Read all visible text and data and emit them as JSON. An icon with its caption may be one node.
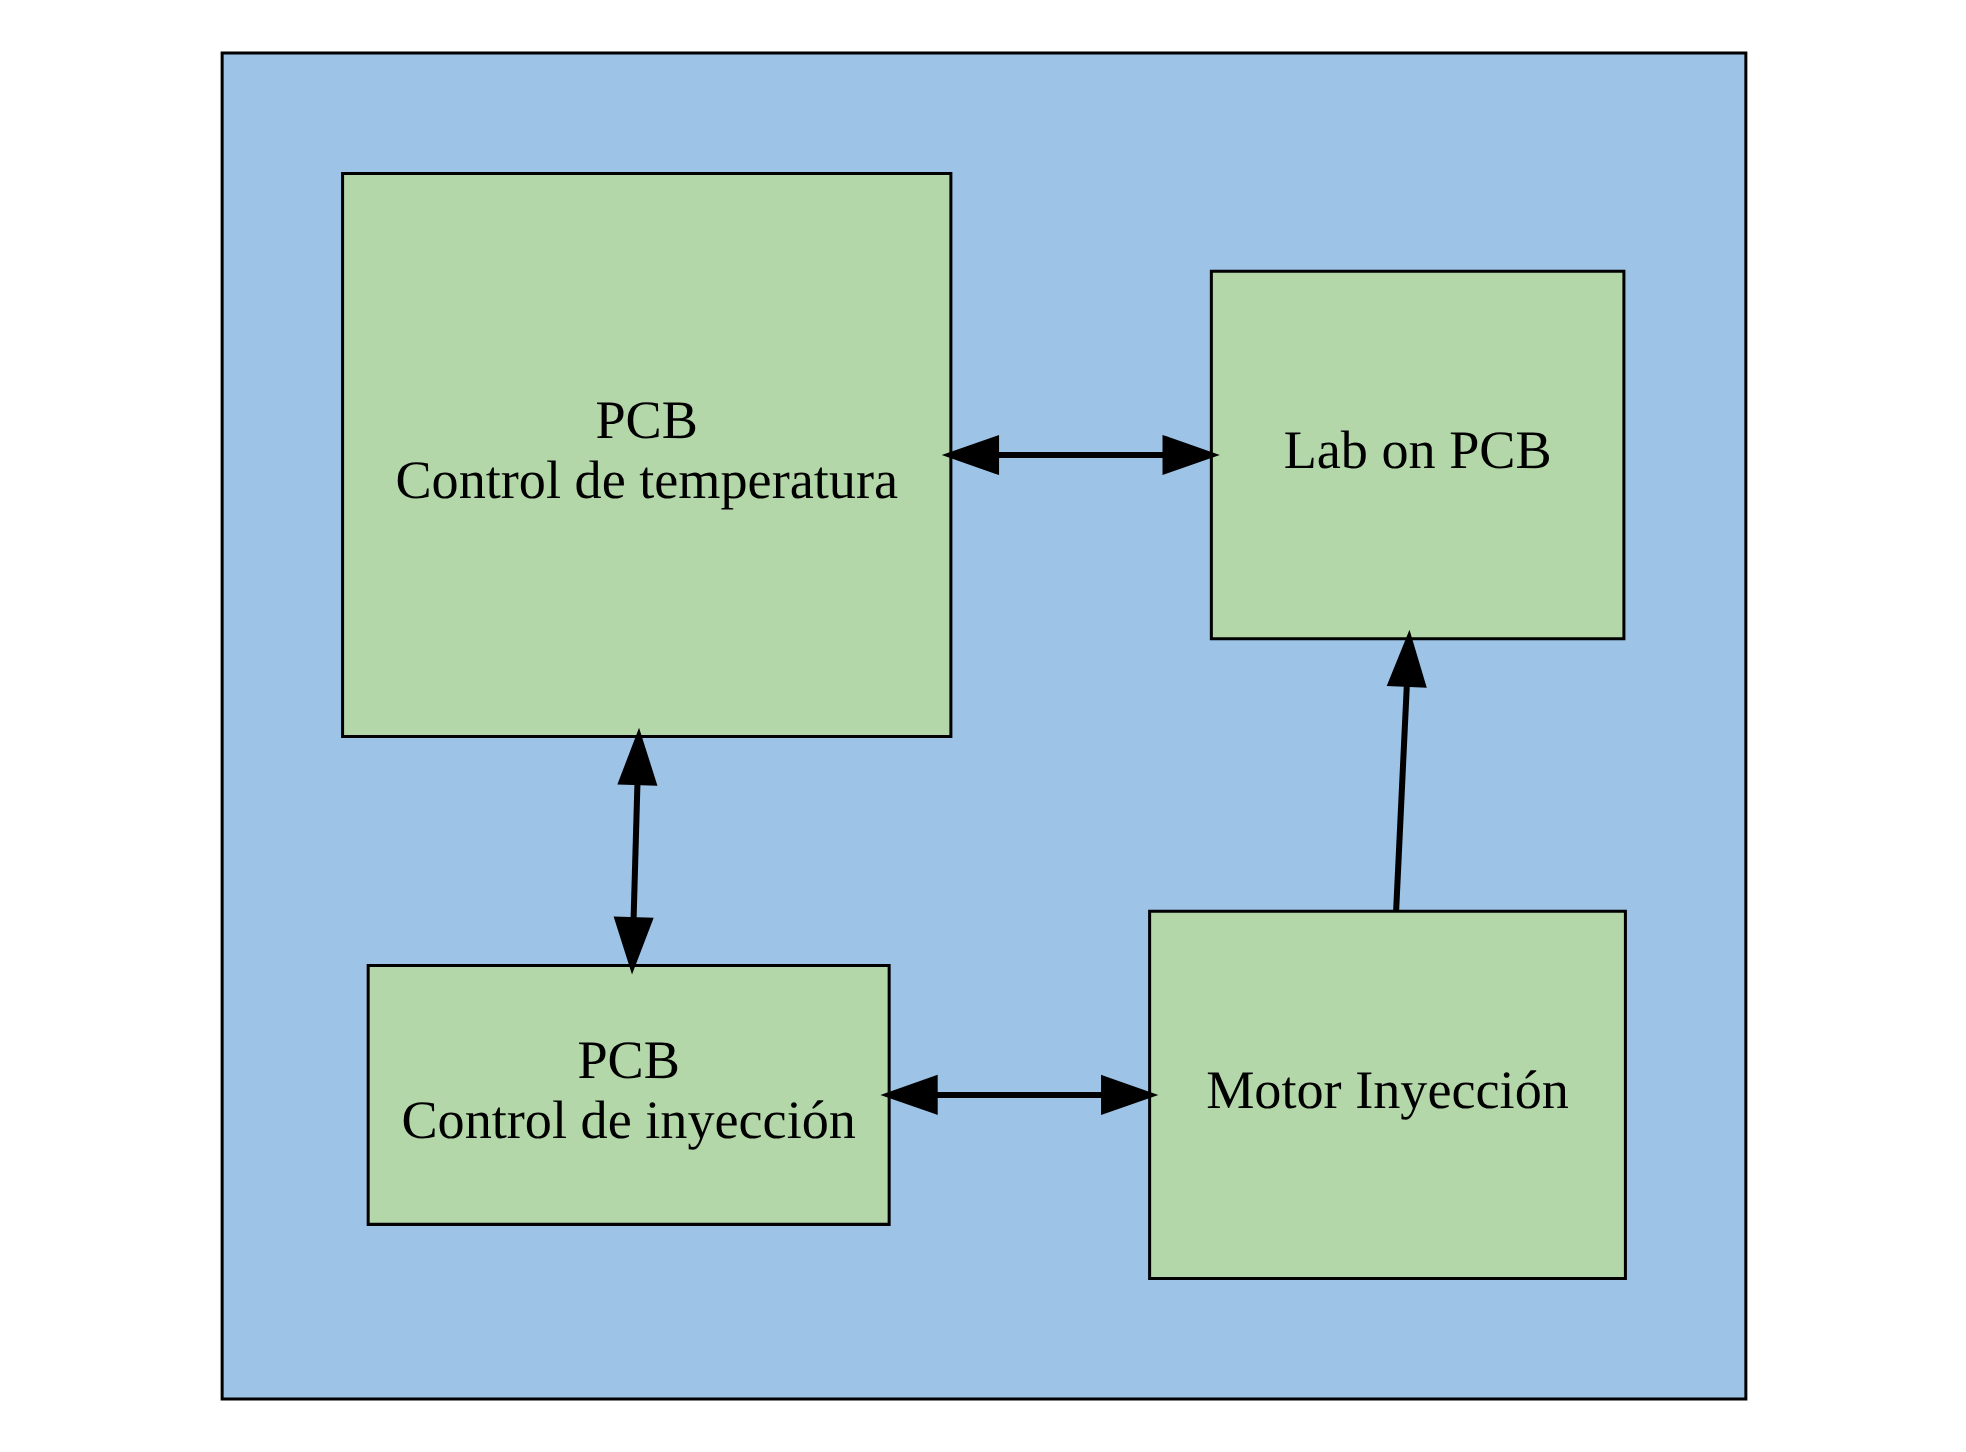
{
  "diagram": {
    "nodes": [
      {
        "text": [],
        "shape": "box"
      },
      {
        "text": [
          "PCB",
          "Control de temperatura"
        ],
        "in": 0
      },
      {
        "text": [
          "Lab on PCB"
        ],
        "in": 0
      },
      {
        "text": [
          "PCB",
          "Control de inyección"
        ],
        "in": 0
      },
      {
        "text": [
          "Motor Inyección"
        ],
        "in": 0
      }
    ],
    "edges": [
      {
        "from": 1,
        "to": 2,
        "arrow": "both"
      },
      {
        "from": 1,
        "to": 3,
        "arrow": "both"
      },
      {
        "from": 3,
        "to": 4,
        "arrow": "both"
      },
      {
        "from": 4,
        "to": 2,
        "arrow": "to"
      }
    ]
  }
}
